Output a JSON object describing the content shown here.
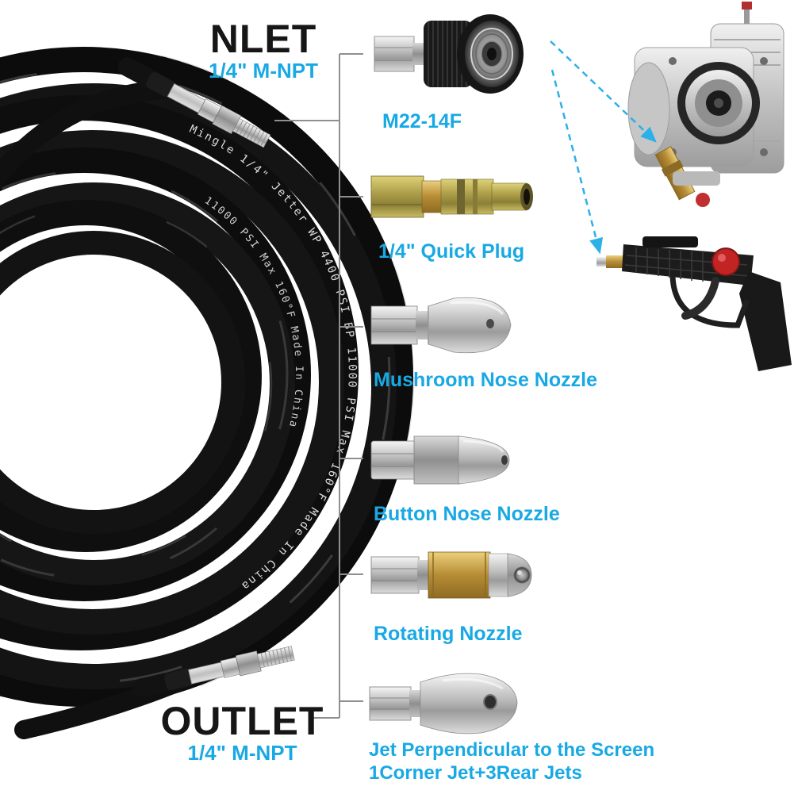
{
  "colors": {
    "accent_cyan": "#18a9e4",
    "title_black": "#161616",
    "callout_gray": "#8f8f8f",
    "hose_black": "#111111"
  },
  "inlet": {
    "title": "NLET",
    "spec": "1/4\" M-NPT"
  },
  "outlet": {
    "title": "OUTLET",
    "spec": "1/4\" M-NPT"
  },
  "hose_print": {
    "line1": "Mingle 1/4\" Jetter WP 4400 PSI BP 11000 PSI Max 160°F Made In China",
    "line2": "11000 PSI Max 160°F Made In China"
  },
  "accessories": [
    {
      "label": "M22-14F",
      "icon": "m22-14f-coupler"
    },
    {
      "label": "1/4\" Quick Plug",
      "icon": "quarter-inch-quick-plug"
    },
    {
      "label": "Mushroom Nose Nozzle",
      "icon": "mushroom-nose-nozzle"
    },
    {
      "label": "Button Nose Nozzle",
      "icon": "button-nose-nozzle"
    },
    {
      "label": "Rotating Nozzle",
      "icon": "rotating-nozzle"
    },
    {
      "label": "Jet Perpendicular to the Screen",
      "label2": "1Corner Jet+3Rear Jets",
      "icon": "sewer-jetter-nozzle"
    }
  ],
  "equipment": [
    {
      "icon": "pressure-washer-pump"
    },
    {
      "icon": "spray-gun"
    }
  ]
}
